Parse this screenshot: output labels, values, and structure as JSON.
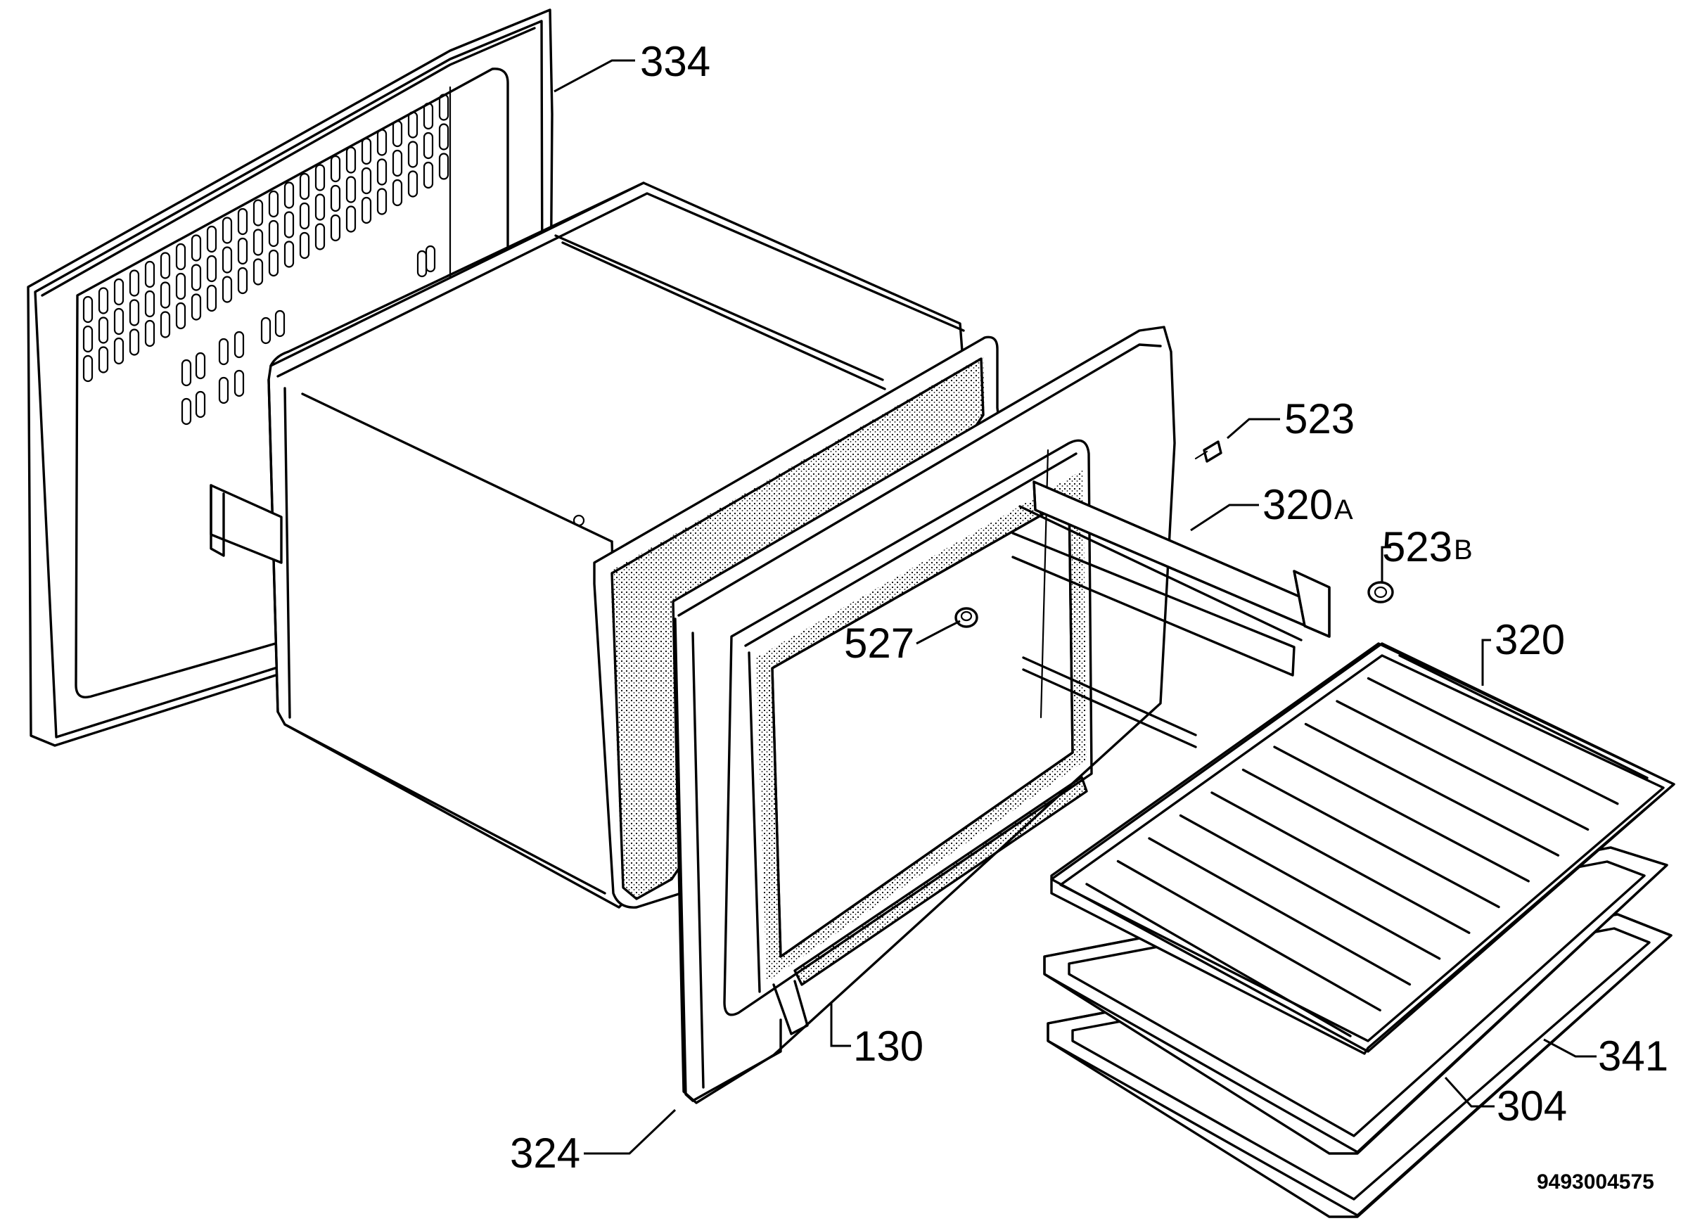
{
  "document_number": "9493004575",
  "callouts": {
    "c334": "334",
    "c523": "523",
    "c320a": "320",
    "c320a_suffix": "A",
    "c523b": "523",
    "c523b_suffix": "B",
    "c527": "527",
    "c320": "320",
    "c130": "130",
    "c341": "341",
    "c304": "304",
    "c324": "324"
  }
}
